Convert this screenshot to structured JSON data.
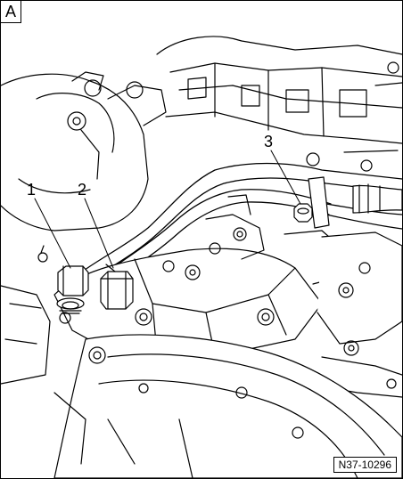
{
  "panel_tag": "A",
  "figure_code": "N37-10296",
  "callouts": [
    {
      "id": "1",
      "label": "1"
    },
    {
      "id": "2",
      "label": "2"
    },
    {
      "id": "3",
      "label": "3"
    }
  ],
  "colors": {
    "line": "#000000",
    "fill": "#ffffff",
    "shade": "#e6e6e6"
  }
}
